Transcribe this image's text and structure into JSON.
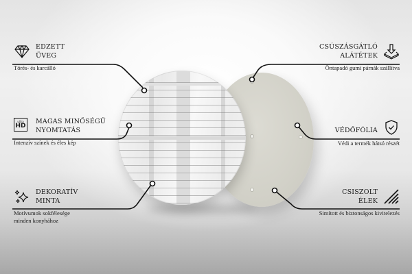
{
  "features": {
    "left": [
      {
        "id": "tempered-glass",
        "icon": "diamond-icon",
        "title": "EDZETT\nÜVEG",
        "description": "Törés- és karcálló"
      },
      {
        "id": "high-quality-print",
        "icon": "ultra-hd-icon",
        "icon_text_small": "ultra",
        "icon_text_large": "HD",
        "title": "MAGAS MINŐSÉGŰ\nNYOMTATÁS",
        "description": "Intenzív színek és éles kép"
      },
      {
        "id": "decorative-pattern",
        "icon": "sparkle-icon",
        "title": "DEKORATÍV\nMINTA",
        "description": "Motívumok sokfélesége\nminden konyhához"
      }
    ],
    "right": [
      {
        "id": "anti-slip-pads",
        "icon": "download-tray-icon",
        "title": "CSÚSZÁSGÁTLÓ\nALÁTÉTEK",
        "description": "Öntapadó gumi párnák szállítva"
      },
      {
        "id": "protective-film",
        "icon": "shield-check-icon",
        "title": "VÉDŐFÓLIA",
        "description": "Védi a termék hátsó részét"
      },
      {
        "id": "polished-edges",
        "icon": "hatched-edge-icon",
        "title": "CSISZOLT\nÉLEK",
        "description": "Simított és biztonságos kivitelezés"
      }
    ]
  },
  "colors": {
    "line": "#111111",
    "back_disk": "#d2d1c8",
    "background_top": "#f0f0f0",
    "background_bottom": "#a7a7a7"
  }
}
